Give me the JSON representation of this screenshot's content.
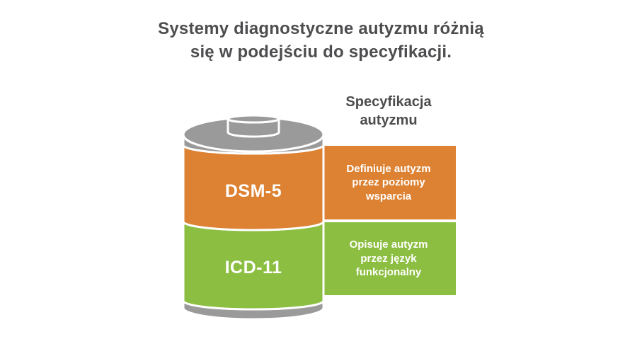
{
  "title": {
    "lines": [
      "Systemy diagnostyczne autyzmu różnią",
      "się w podejściu do specyfikacji."
    ]
  },
  "column_header": {
    "lines": [
      "Specyfikacja",
      "autyzmu"
    ]
  },
  "battery": {
    "casing_color": "#9a9a9a",
    "segments": [
      {
        "id": "dsm5",
        "label": "DSM-5",
        "color": "#dd8233",
        "description_lines": [
          "Definiuje autyzm",
          "przez poziomy",
          "wsparcia"
        ]
      },
      {
        "id": "icd11",
        "label": "ICD-11",
        "color": "#8cbe41",
        "description_lines": [
          "Opisuje autyzm",
          "przez język",
          "funkcjonalny"
        ]
      }
    ]
  },
  "colors": {
    "title_text": "#4d4d4f",
    "casing_gray": "#9a9a9a",
    "dsm5_orange": "#dd8233",
    "icd11_green": "#8cbe41",
    "label_text": "#ffffff",
    "background": "#ffffff"
  }
}
